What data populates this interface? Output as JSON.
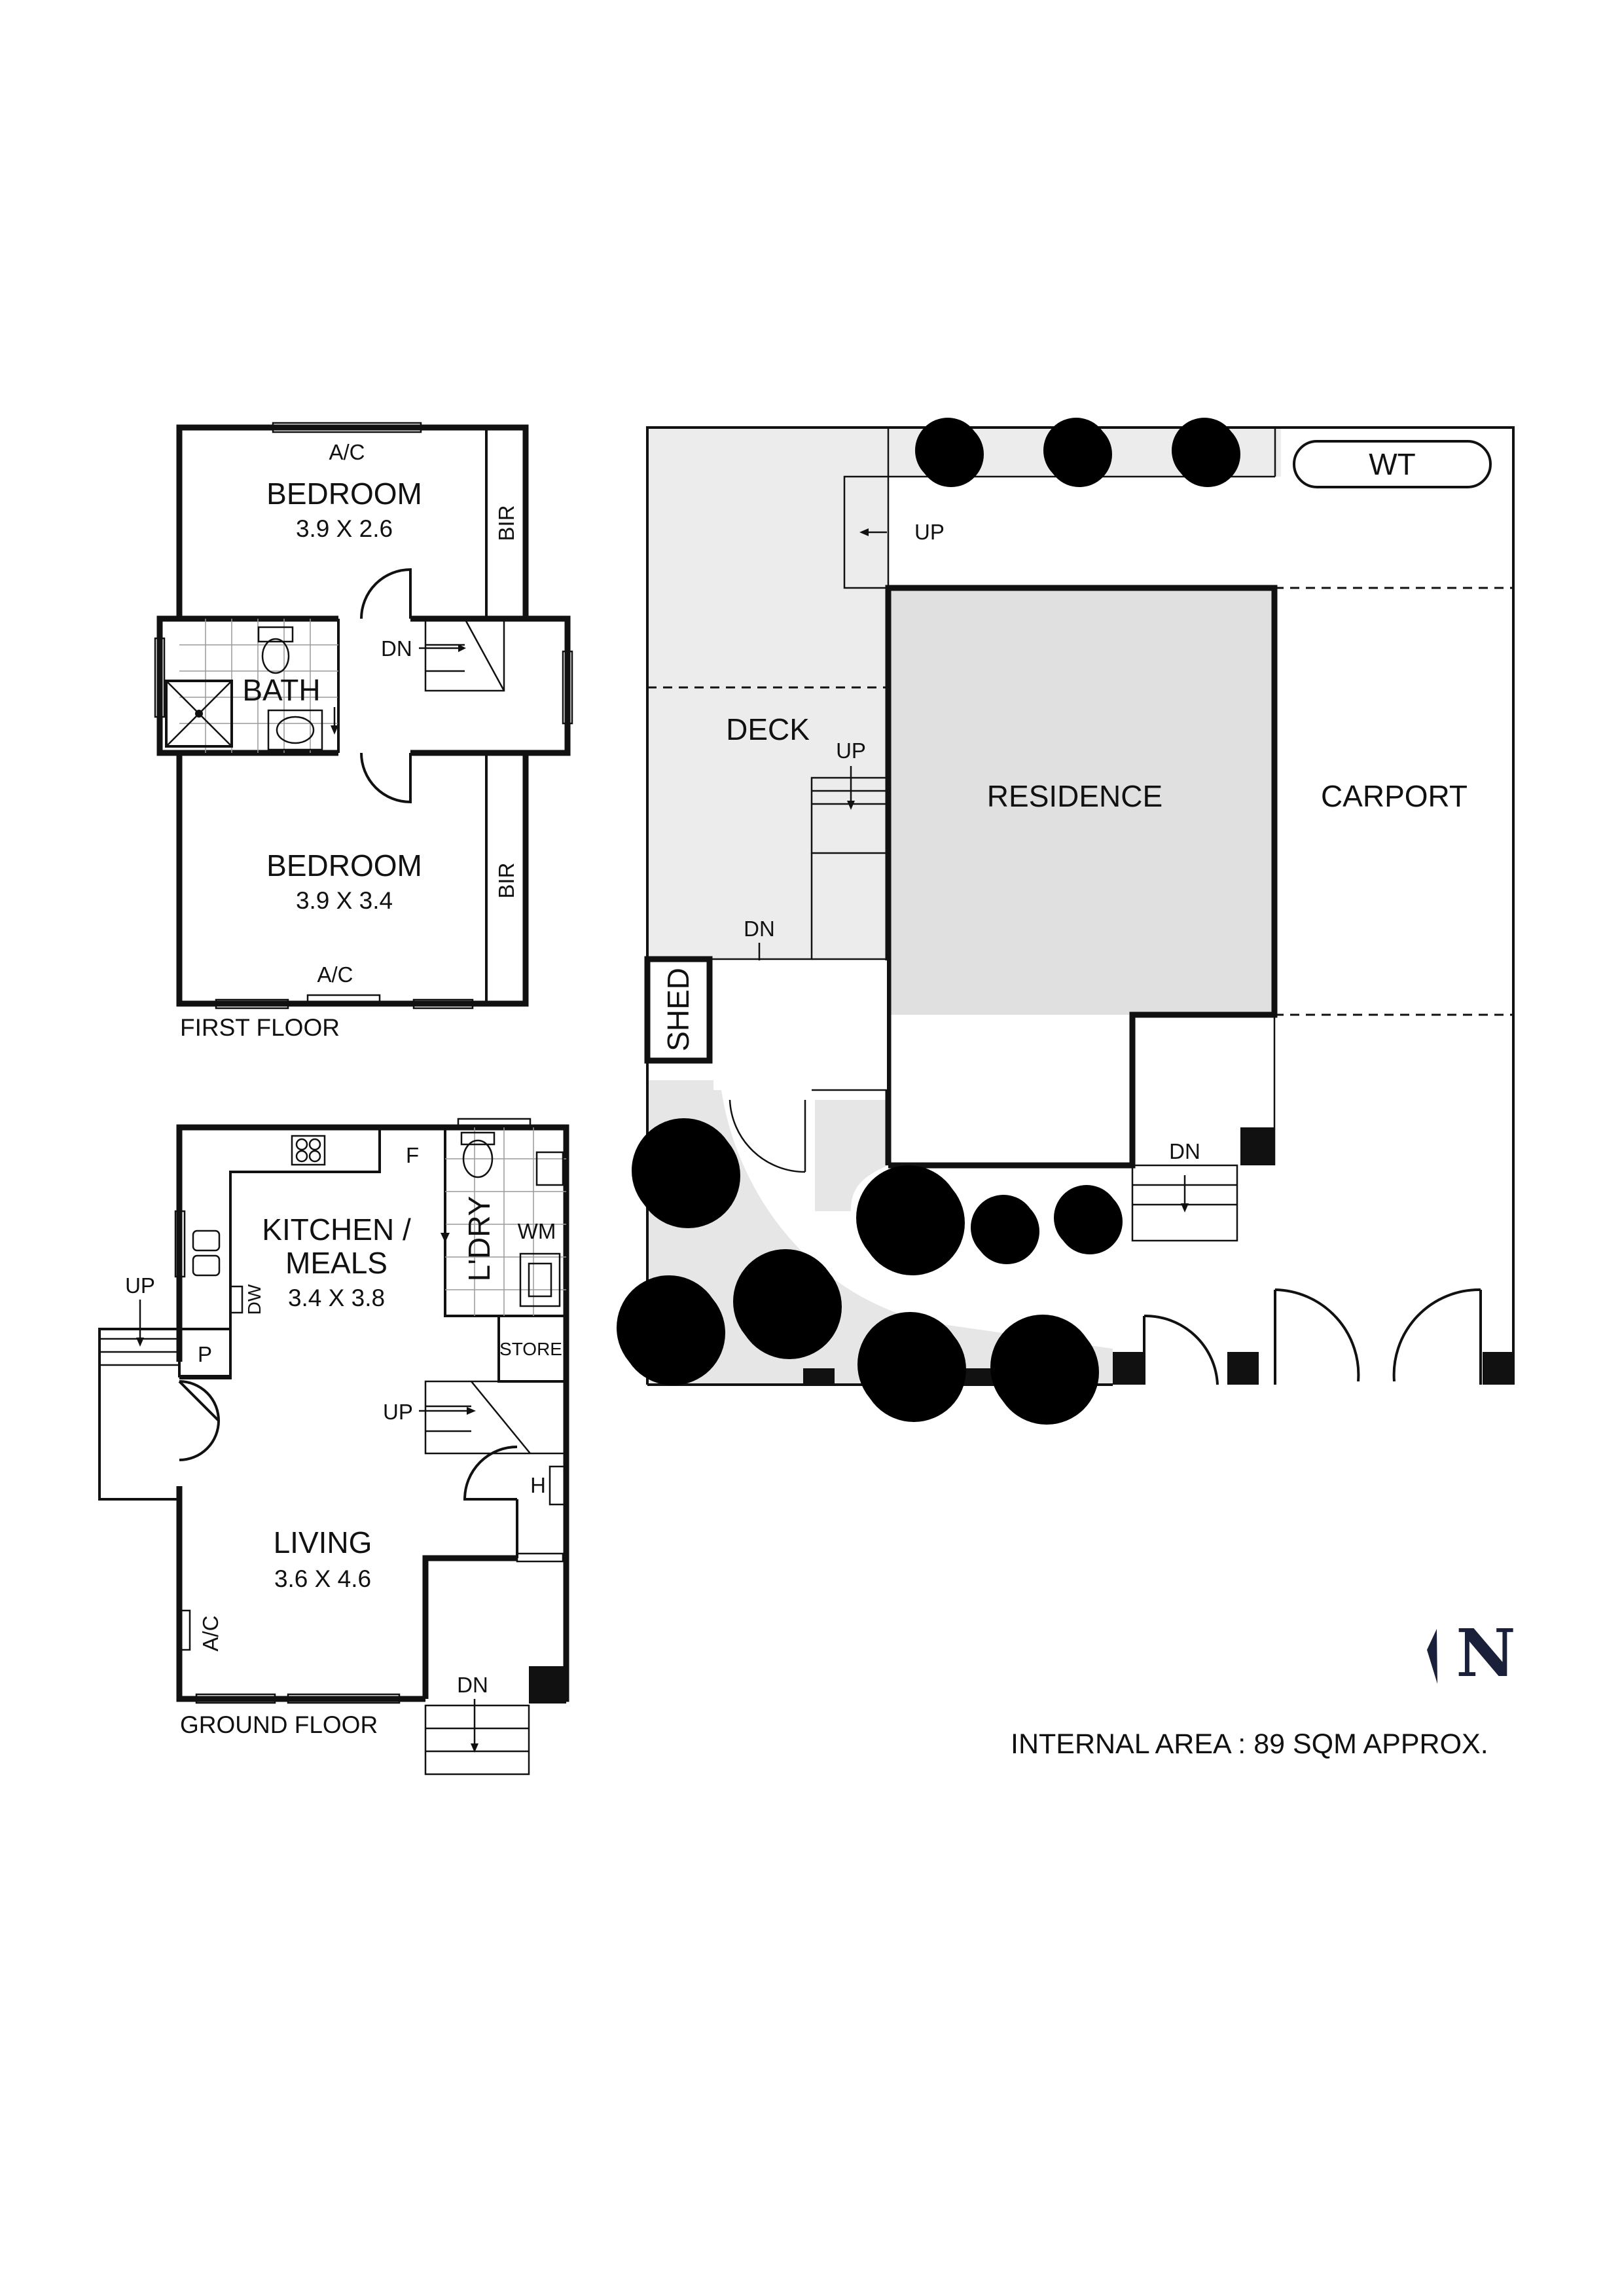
{
  "first_floor": {
    "label": "FIRST FLOOR",
    "bedroom1": {
      "name": "BEDROOM",
      "dims": "3.9 X 2.6",
      "ac": "A/C",
      "bir": "BIR"
    },
    "bathroom": {
      "name": "BATH"
    },
    "stair": {
      "label": "DN"
    },
    "bedroom2": {
      "name": "BEDROOM",
      "dims": "3.9 X 3.4",
      "ac": "A/C",
      "bir": "BIR"
    }
  },
  "ground_floor": {
    "label": "GROUND FLOOR",
    "kitchen": {
      "name_line1": "KITCHEN /",
      "name_line2": "MEALS",
      "dims": "3.4 X 3.8",
      "fridge": "F",
      "dishwasher": "DW"
    },
    "laundry": {
      "name": "L'DRY",
      "washing_machine": "WM"
    },
    "store": "STORE",
    "pantry": "P",
    "heater": "H",
    "living": {
      "name": "LIVING",
      "dims": "3.6 X 4.6",
      "ac": "A/C"
    },
    "stair_up": "UP",
    "entry_up": "UP",
    "entry_dn": "DN"
  },
  "site": {
    "wt": "WT",
    "up_top": "UP",
    "deck": "DECK",
    "deck_up": "UP",
    "deck_dn": "DN",
    "residence": "RESIDENCE",
    "carport": "CARPORT",
    "shed": "SHED",
    "dn_right": "DN"
  },
  "compass": {
    "letter": "N"
  },
  "footer": {
    "internal_area": "INTERNAL AREA : 89 SQM APPROX."
  }
}
